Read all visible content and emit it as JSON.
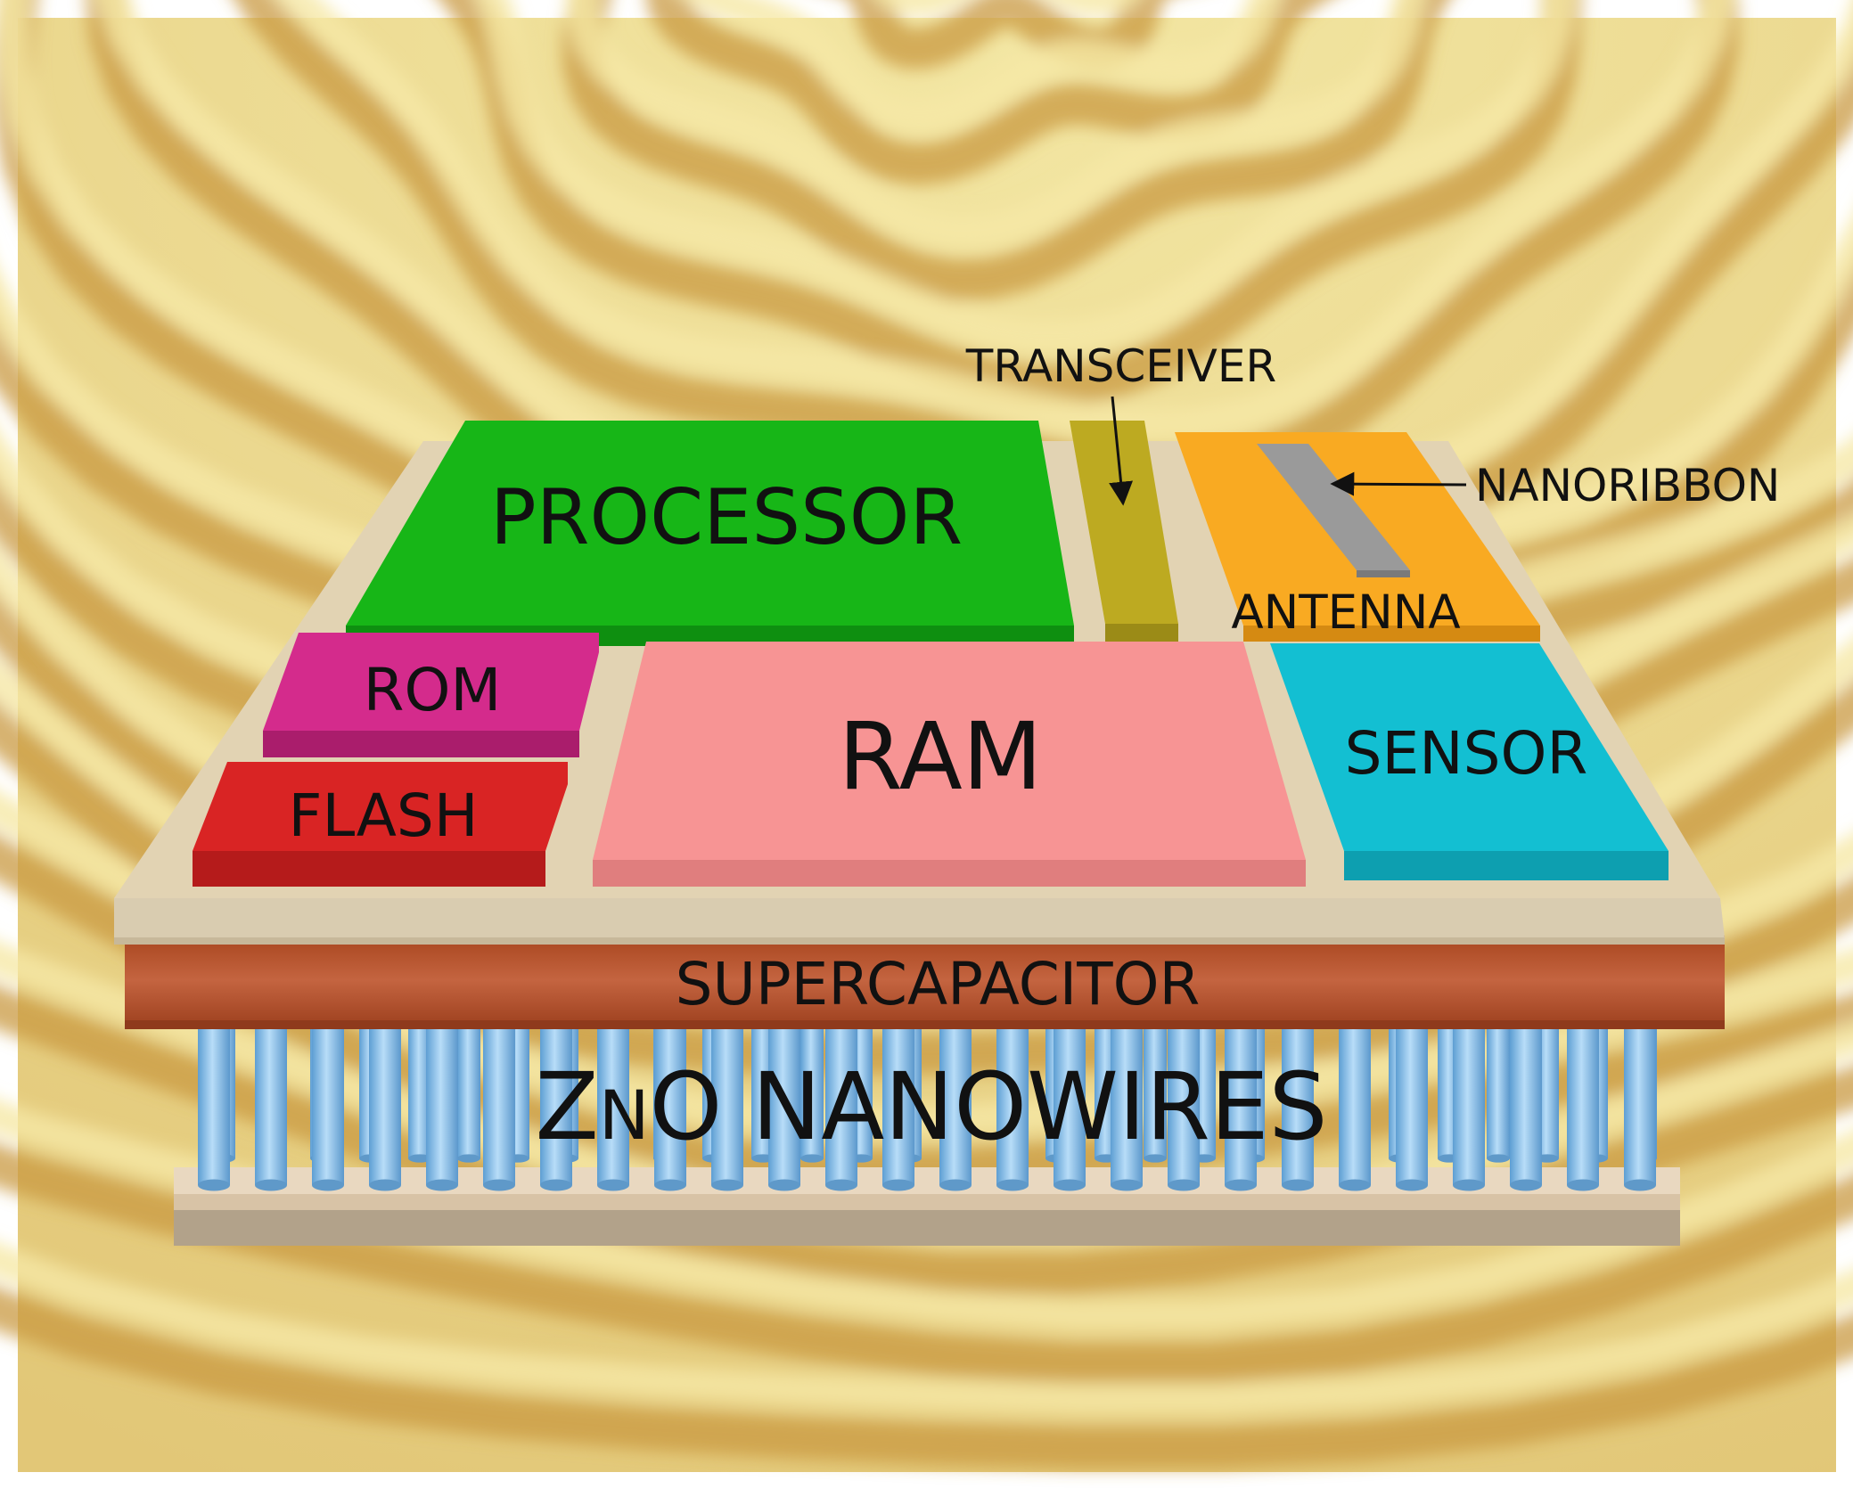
{
  "labels": {
    "processor": "PROCESSOR",
    "transceiver": "TRANSCEIVER",
    "nanoribbon": "NANORIBBON",
    "antenna": "ANTENNA",
    "rom": "ROM",
    "flash": "FLASH",
    "ram": "RAM",
    "sensor": "SENSOR",
    "supercapacitor": "SUPERCAPACITOR",
    "zno_prefix": "Z",
    "zno_small": "N",
    "zno_rest": "O NANOWIRES"
  },
  "colors": {
    "background_light": "#f0e08c",
    "background_dark": "#cfa24c",
    "substrate": "#e4d6b6",
    "processor": "#13b313",
    "transceiver": "#bfac22",
    "antenna": "#f9aa22",
    "nanoribbon": "#9a9a9a",
    "rom": "#d62a8c",
    "flash": "#d92424",
    "ram": "#f79393",
    "sensor": "#12bfd2",
    "supercapacitor": "#b4522a",
    "nanowires": "#8fc4ee",
    "base_plate": "#e9d7bf"
  }
}
